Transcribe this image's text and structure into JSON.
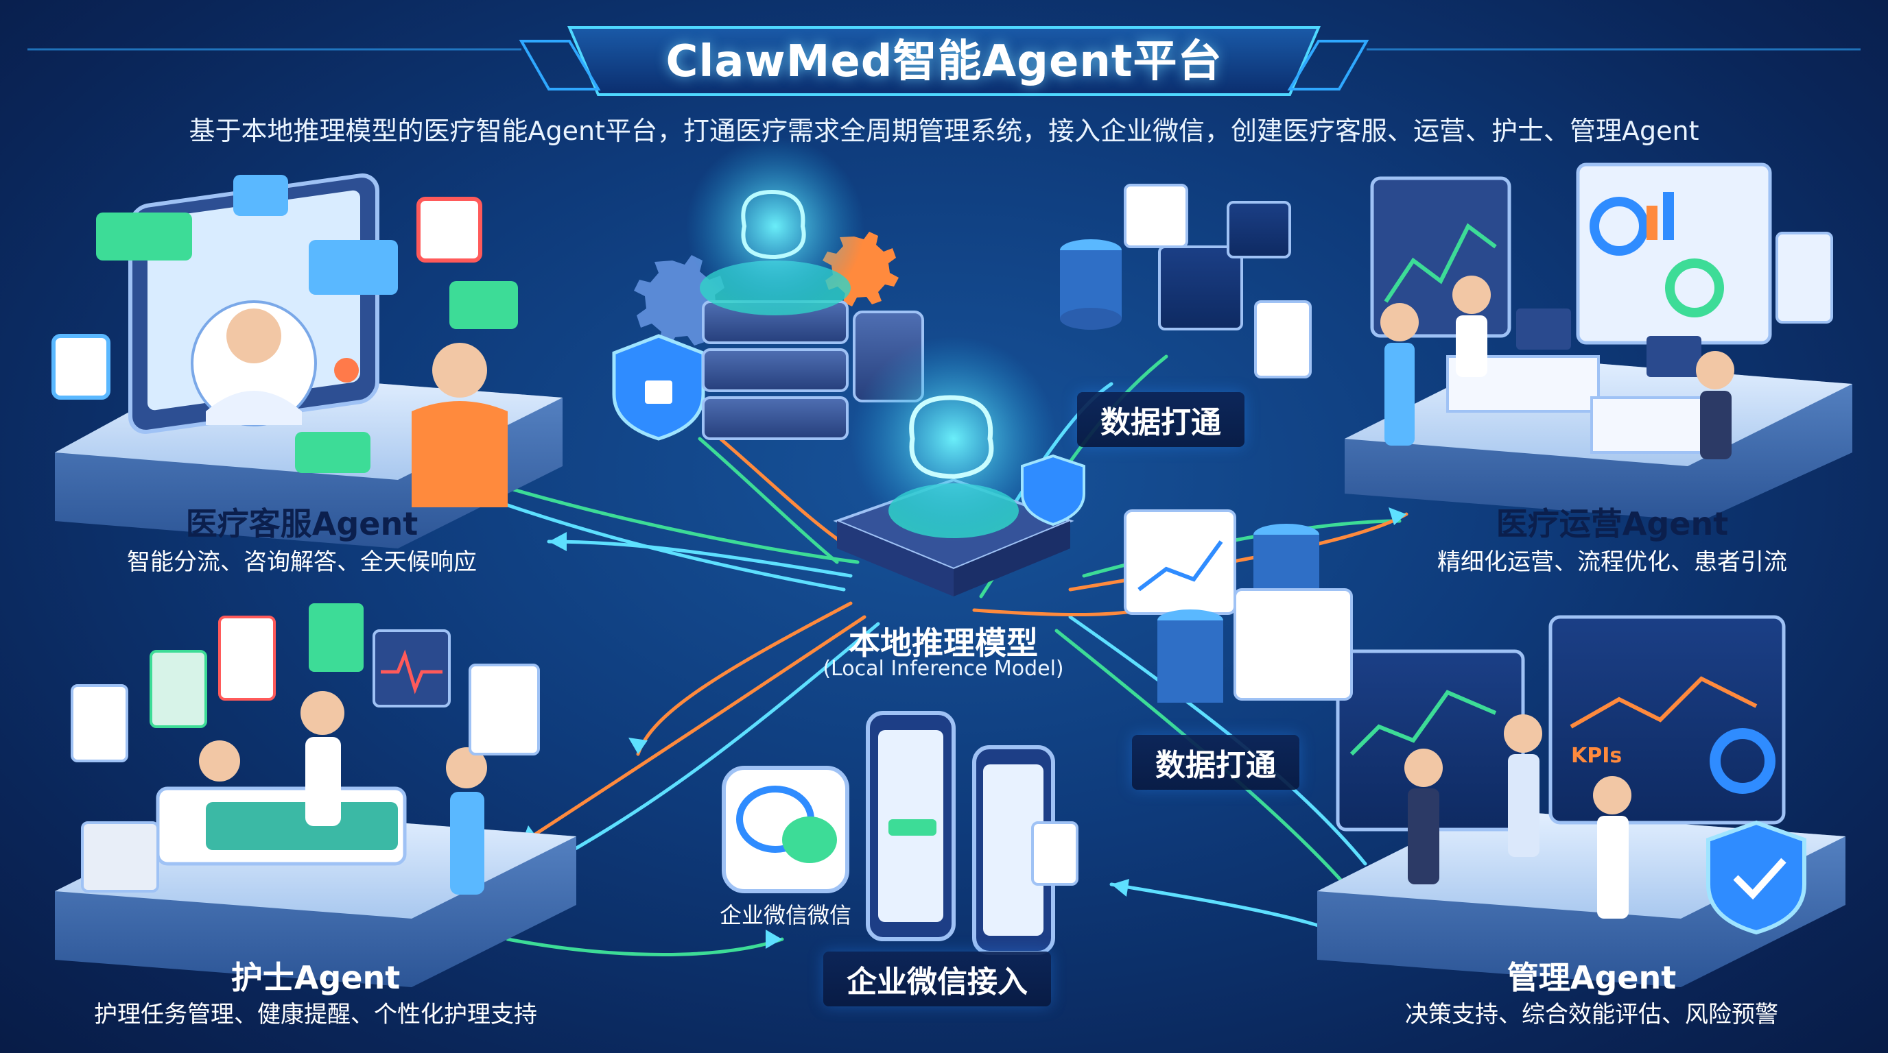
{
  "title": "ClawMed智能Agent平台",
  "subtitle": "基于本地推理模型的医疗智能Agent平台，打通医疗需求全周期管理系统，接入企业微信，创建医疗客服、运营、护士、管理Agent",
  "center": {
    "title": "本地推理模型",
    "subtitle": "(Local Inference Model)"
  },
  "nodes": {
    "service": {
      "title": "医疗客服Agent",
      "desc": "智能分流、咨询解答、全天候响应"
    },
    "operation": {
      "title": "医疗运营Agent",
      "desc": "精细化运营、流程优化、患者引流"
    },
    "nurse": {
      "title": "护士Agent",
      "desc": "护理任务管理、健康提醒、个性化护理支持"
    },
    "management": {
      "title": "管理Agent",
      "desc": "决策支持、综合效能评估、风险预警"
    }
  },
  "tags": {
    "data_top": "数据打通",
    "data_mid": "数据打通",
    "wecom_access": "企业微信接入"
  },
  "wecom_icon_label": "企业微信微信",
  "dashboard_kpi_label": "KPIs",
  "colors": {
    "background": "#0e3a7a",
    "platform": "#cfe3fb",
    "accent_cyan": "#5ee0ff",
    "accent_green": "#3ddc97",
    "accent_orange": "#ff8a3d"
  }
}
